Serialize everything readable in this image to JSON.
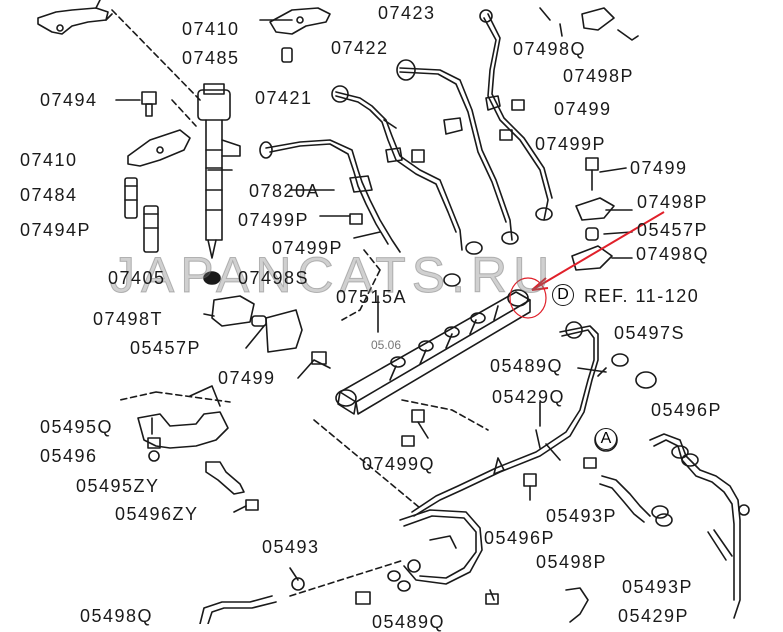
{
  "labels": {
    "l07410a": "07410",
    "l07423": "07423",
    "l07498q_top": "07498Q",
    "l07485": "07485",
    "l07422": "07422",
    "l07498p_top": "07498P",
    "l07494": "07494",
    "l07421": "07421",
    "l07499_top": "07499",
    "l07499p_right": "07499P",
    "l07410b": "07410",
    "l07499_right": "07499",
    "l07484": "07484",
    "l07820a": "07820A",
    "l07498p_right": "07498P",
    "l07499p_mid": "07499P",
    "l07494p": "07494P",
    "l05457p_right": "05457P",
    "l07499p_mid2": "07499P",
    "l07498q_right": "07498Q",
    "l07405": "07405",
    "l07498s": "07498S",
    "l07515a": "07515A",
    "ref": "REF. 11-120",
    "l07498t": "07498T",
    "l05457p_left": "05457P",
    "l05497s": "05497S",
    "l07499_mid": "07499",
    "l05489q": "05489Q",
    "l05429q": "05429Q",
    "l05496p_right": "05496P",
    "l05495q": "05495Q",
    "l05496": "05496",
    "l07499q": "07499Q",
    "l05495zy": "05495ZY",
    "l05493p_right": "05493P",
    "l05496p_mid": "05496P",
    "l05496zy": "05496ZY",
    "l05493": "05493",
    "l05498p": "05498P",
    "l05493p_low": "05493P",
    "l05498q": "05498Q",
    "l05489q_bottom": "05489Q",
    "l05429p": "05429P",
    "small_mark": "05.06"
  },
  "callouts": {
    "d": "D",
    "a": "A"
  },
  "watermark": "JAPANCATS.RU",
  "colors": {
    "line": "#1a1a1a",
    "highlight": "#e0202a",
    "watermark": "#8a8a8a"
  },
  "icons": [
    "injector-icon",
    "fuel-rail-icon",
    "bracket-icon",
    "bolt-icon",
    "clamp-icon",
    "hose-icon"
  ]
}
